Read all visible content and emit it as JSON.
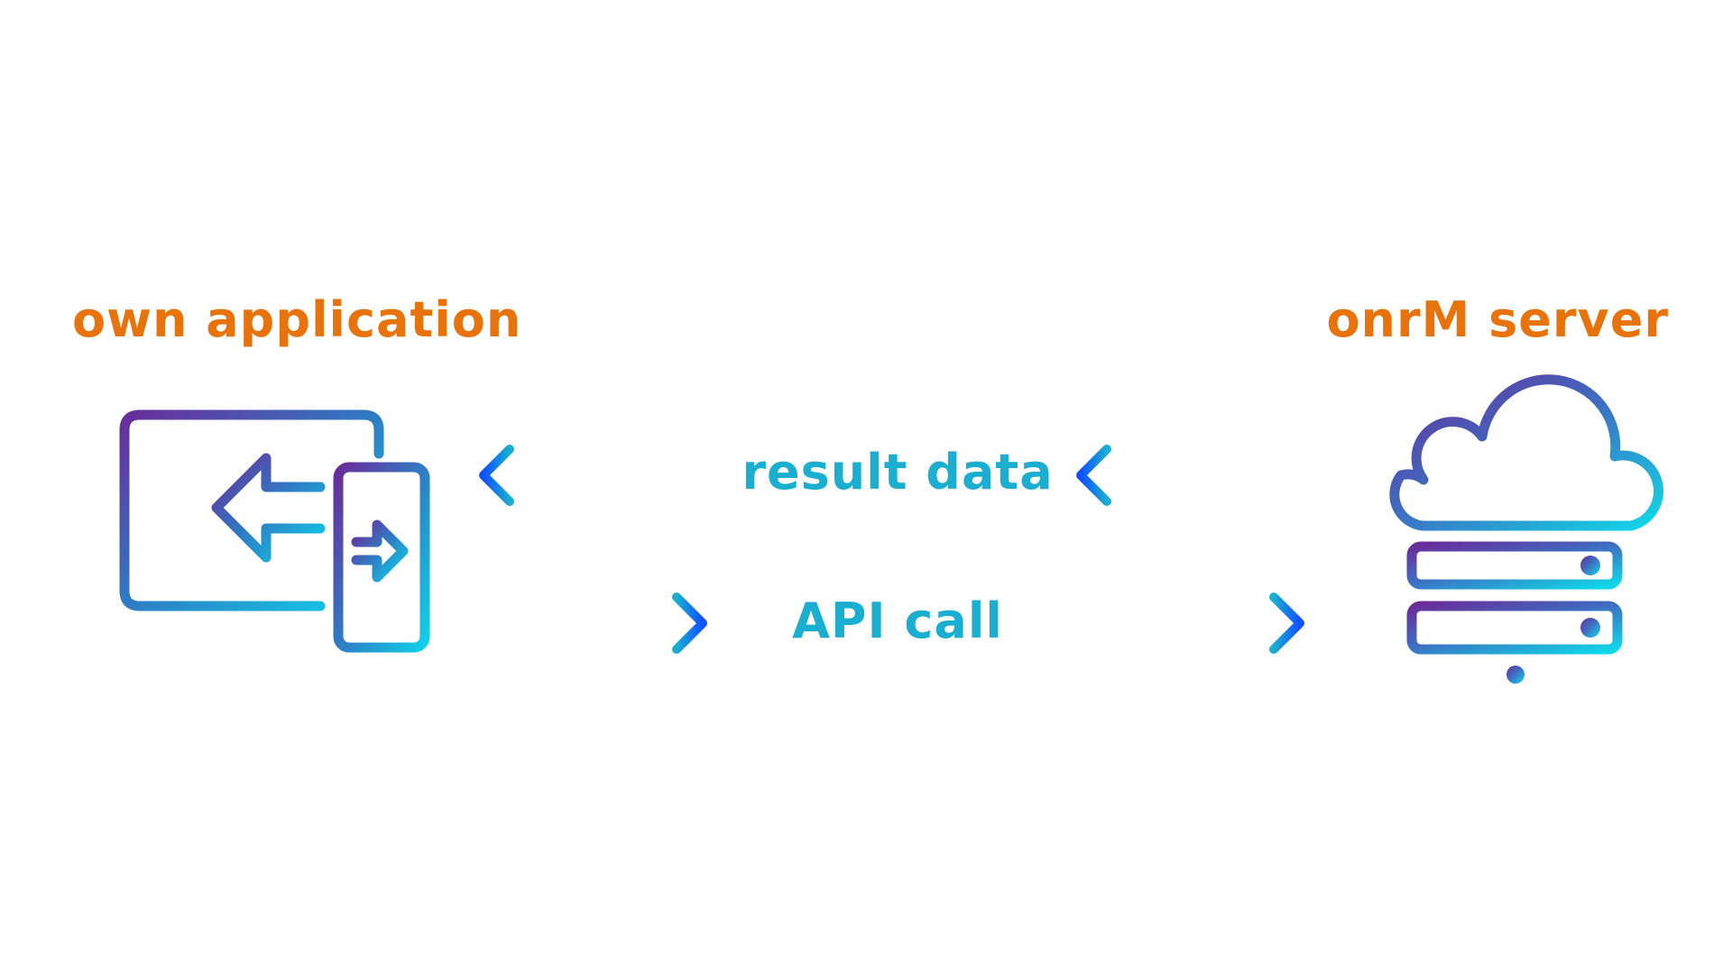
{
  "left": {
    "title": "own application",
    "icon": "computer-and-phone-sync-icon"
  },
  "right": {
    "title": "onrM server",
    "icon": "cloud-server-icon"
  },
  "flows": {
    "result_label": "result data",
    "api_label": "API call"
  },
  "colors": {
    "title": "#E8730C",
    "label": "#1AAFD0",
    "arrow_start": "#1AAFD0",
    "arrow_end": "#1050FF",
    "icon_top": "#6A2C9A",
    "icon_bottom": "#10D0E8"
  }
}
